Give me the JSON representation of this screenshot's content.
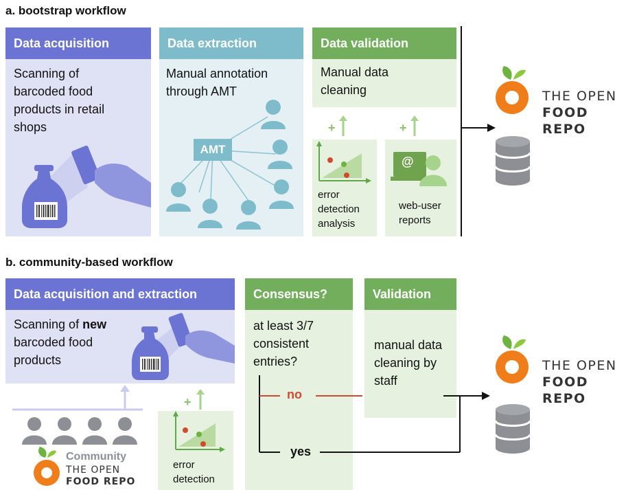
{
  "section_a": {
    "title": "a. bootstrap workflow",
    "acquisition": {
      "header": "Data acquisition",
      "text": "Scanning of barcoded food products in retail shops",
      "color": "#6b74d2"
    },
    "extraction": {
      "header": "Data extraction",
      "text": "Manual annotation through AMT",
      "amt_label": "AMT",
      "color": "#7fbccb"
    },
    "validation": {
      "header": "Data validation",
      "text": "Manual data cleaning",
      "color": "#72ae5c"
    },
    "error_box": {
      "plus": "+",
      "text": "error detection analysis"
    },
    "web_box": {
      "plus": "+",
      "text": "web-user reports",
      "at_symbol": "@"
    },
    "brand": {
      "line1": "THE OPEN",
      "line2": "FOOD REPO"
    }
  },
  "section_b": {
    "title": "b. community-based workflow",
    "acq_ext": {
      "header": "Data acquisition and extraction",
      "text_prefix": "Scanning of ",
      "text_bold": "new",
      "text_suffix": " barcoded food products"
    },
    "consensus": {
      "header": "Consensus?",
      "text": "at least 3/7 consistent entries?",
      "no_label": "no",
      "yes_label": "yes"
    },
    "validation": {
      "header": "Validation",
      "text": "manual data cleaning by staff"
    },
    "error_box": {
      "plus": "+",
      "text": "error detection"
    },
    "community": {
      "label": "Community",
      "line1": "THE OPEN",
      "line2": "FOOD REPO"
    },
    "brand": {
      "line1": "THE OPEN",
      "line2": "FOOD REPO"
    }
  },
  "colors": {
    "blue_body": "#dfe1f4",
    "teal_body": "#e4f0f4",
    "green_body": "#e6f1df",
    "error_red": "#d24a2e",
    "orange": "#ef7d1a",
    "leaf_green": "#6cb33f",
    "db_gray": "#8c8f94"
  }
}
